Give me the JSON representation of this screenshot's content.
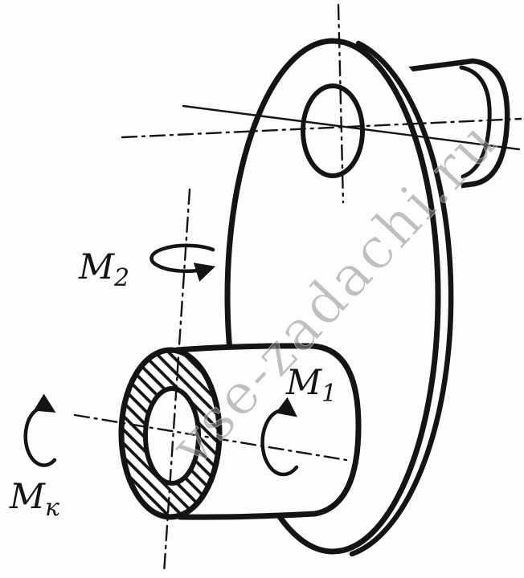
{
  "figure": {
    "labels": {
      "m2": {
        "base": "M",
        "sub": "2"
      },
      "m1": {
        "base": "M",
        "sub": "1"
      },
      "mk": {
        "base": "M",
        "sub": "к"
      }
    },
    "watermark": "vse-zadachi.ru",
    "colors": {
      "ink": "#141414",
      "watermark": "#8d8d8d",
      "background": "#fdfdfd"
    }
  }
}
